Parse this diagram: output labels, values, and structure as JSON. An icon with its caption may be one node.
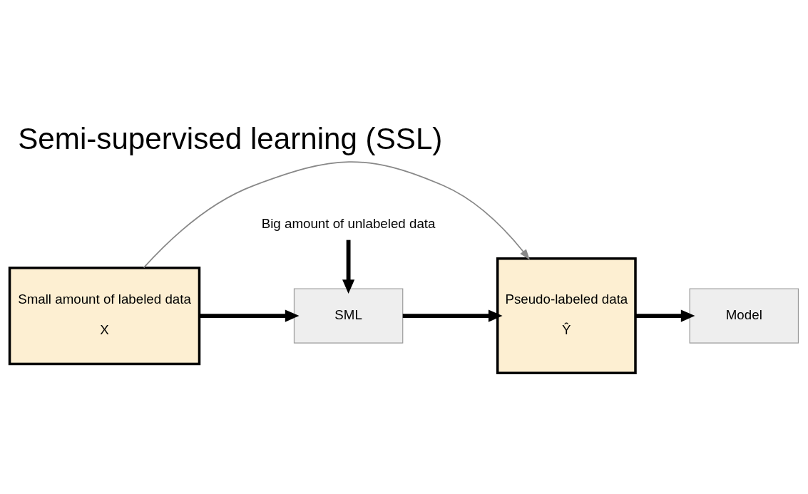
{
  "diagram": {
    "title": "Semi-supervised learning (SSL)",
    "nodes": [
      {
        "text": [
          "Small amount of labeled data",
          "X"
        ]
      },
      {
        "text": [
          "SML"
        ]
      },
      {
        "text": [
          "Pseudo-labeled data",
          "Ŷ"
        ]
      },
      {
        "text": [
          "Model"
        ]
      },
      {
        "text": [
          "Big amount of unlabeled data"
        ]
      }
    ],
    "edges": [
      {
        "from": 0,
        "to": 1,
        "arrow": "to"
      },
      {
        "from": 1,
        "to": 2,
        "arrow": "to"
      },
      {
        "from": 2,
        "to": 3,
        "arrow": "to"
      },
      {
        "from": 4,
        "to": 1,
        "arrow": "to"
      },
      {
        "from": 0,
        "to": 2,
        "arrow": "to",
        "color": "#888888"
      }
    ]
  }
}
